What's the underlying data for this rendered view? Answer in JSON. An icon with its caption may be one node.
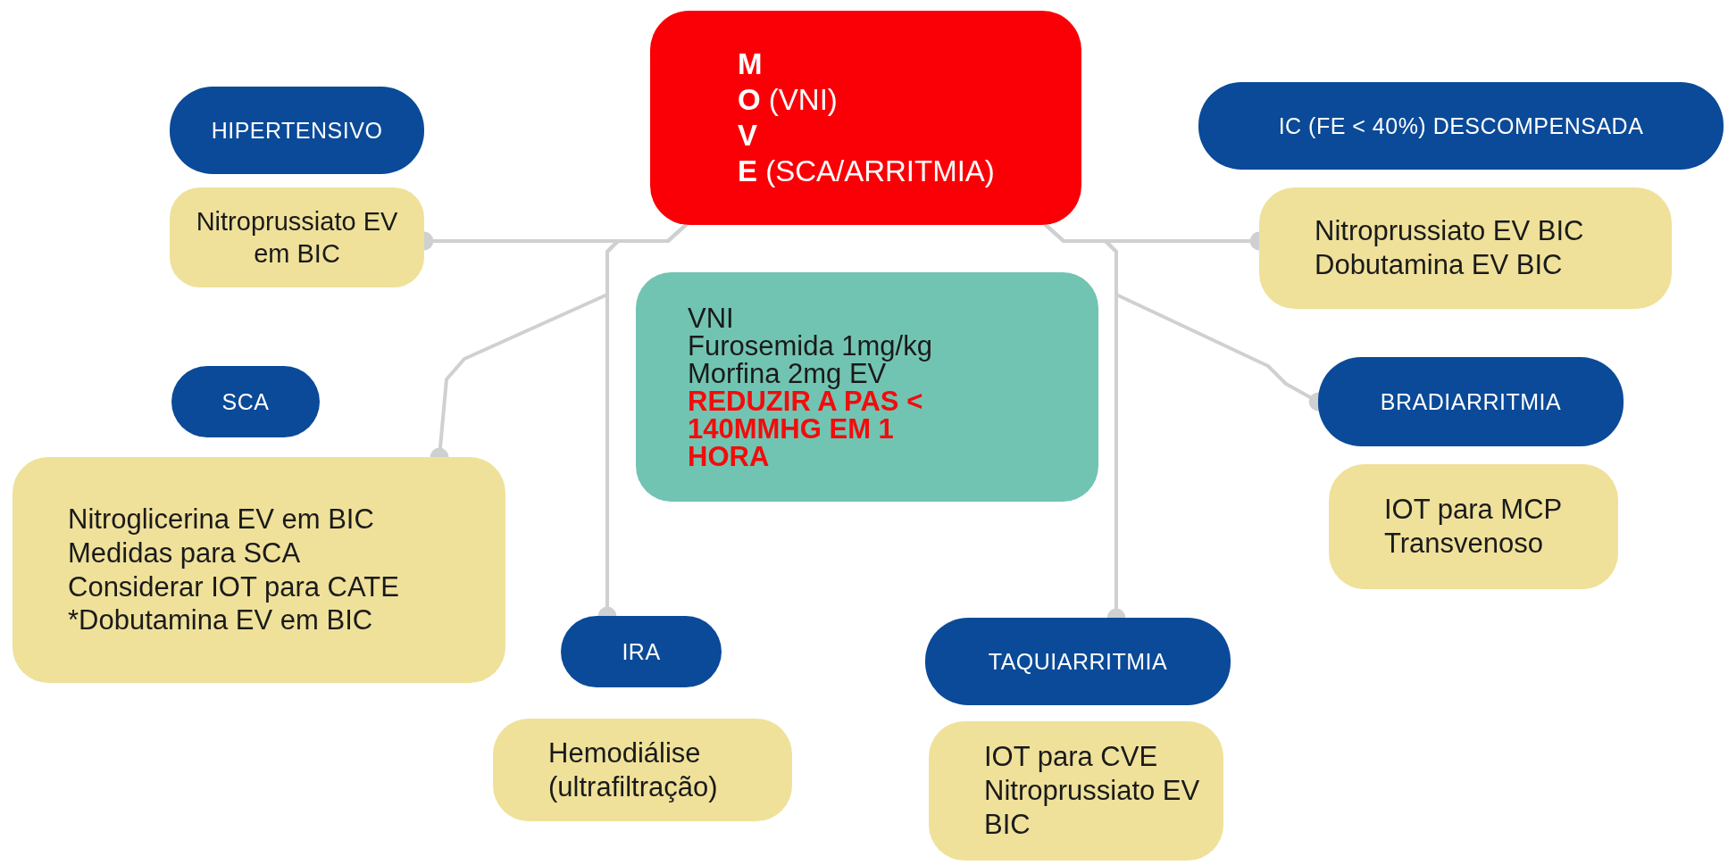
{
  "diagram": {
    "nodes": [
      {
        "text": [
          "M",
          "O (VNI)",
          "V",
          "E (SCA/ARRITMIA)"
        ]
      },
      {
        "text": [
          "VNI",
          "Furosemida 1mg/kg",
          "Morfina 2mg EV",
          "REDUZIR A PAS < 140MMHG EM 1 HORA"
        ]
      },
      {
        "text": [
          "HIPERTENSIVO"
        ]
      },
      {
        "text": [
          "Nitroprussiato EV em BIC"
        ]
      },
      {
        "text": [
          "SCA"
        ]
      },
      {
        "text": [
          "Nitroglicerina EV em BIC",
          "Medidas para SCA",
          "Considerar IOT para CATE",
          "*Dobutamina EV em BIC"
        ]
      },
      {
        "text": [
          "IRA"
        ]
      },
      {
        "text": [
          "Hemodiálise (ultrafiltração)"
        ]
      },
      {
        "text": [
          "TAQUIARRITMIA"
        ]
      },
      {
        "text": [
          "IOT para CVE",
          "Nitroprussiato EV BIC"
        ]
      },
      {
        "text": [
          "IC (FE < 40%) DESCOMPENSADA"
        ]
      },
      {
        "text": [
          "Nitroprussiato EV BIC",
          "Dobutamina EV BIC"
        ]
      },
      {
        "text": [
          "BRADIARRITMIA"
        ]
      },
      {
        "text": [
          "IOT para MCP Transvenoso"
        ]
      }
    ],
    "edges": [
      {
        "from": 0,
        "to": 3,
        "arrow": "other"
      },
      {
        "from": 0,
        "to": 5,
        "arrow": "other"
      },
      {
        "from": 0,
        "to": 6,
        "arrow": "other"
      },
      {
        "from": 0,
        "to": 11,
        "arrow": "other"
      },
      {
        "from": 0,
        "to": 12,
        "arrow": "other"
      },
      {
        "from": 0,
        "to": 8,
        "arrow": "other"
      }
    ]
  }
}
